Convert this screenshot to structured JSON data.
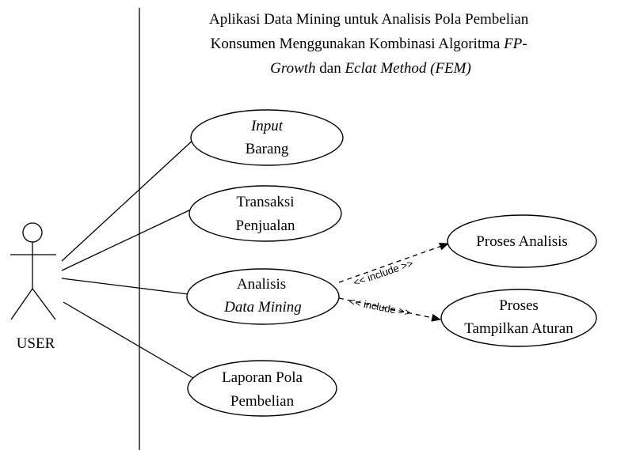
{
  "system": {
    "title_line1": "Aplikasi Data Mining untuk Analisis Pola Pembelian",
    "title_line2_a": "Konsumen Menggunakan Kombinasi Algoritma ",
    "title_line2_b": "FP-",
    "title_line3_a": "Growth",
    "title_line3_b": " dan ",
    "title_line3_c": "Eclat Method (FEM)"
  },
  "actor": {
    "label": "USER"
  },
  "use_cases": {
    "input_barang": {
      "line1": "Input",
      "line2": "Barang"
    },
    "transaksi_penjualan": {
      "line1": "Transaksi",
      "line2": "Penjualan"
    },
    "analisis_data_mining": {
      "line1": "Analisis",
      "line2": "Data Mining"
    },
    "laporan_pola_pembelian": {
      "line1": "Laporan Pola",
      "line2": "Pembelian"
    },
    "proses_analisis": {
      "line1": "Proses Analisis"
    },
    "proses_tampilkan_aturan": {
      "line1": "Proses",
      "line2": "Tampilkan Aturan"
    }
  },
  "relations": {
    "include_1": "<< include >>",
    "include_2": "<< include >>"
  }
}
